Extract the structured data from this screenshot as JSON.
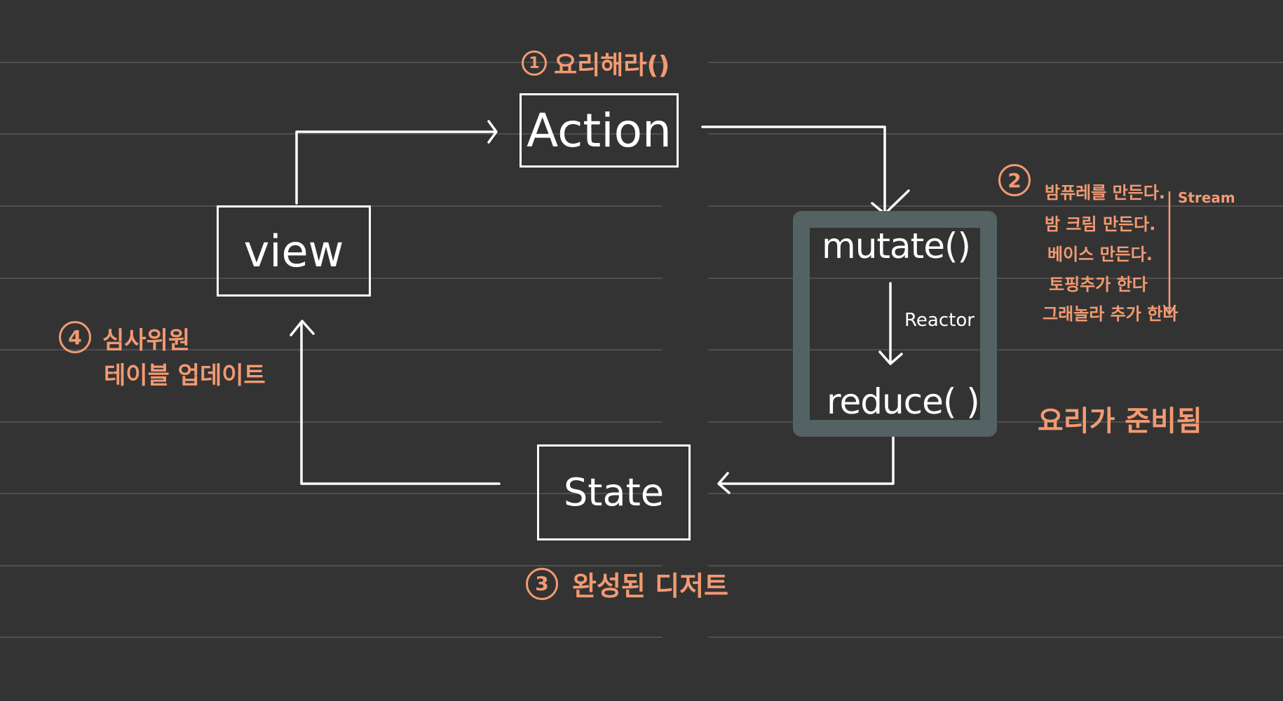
{
  "nodes": {
    "action": "Action",
    "view": "view",
    "state": "State",
    "mutate": "mutate()",
    "reduce": "reduce( )",
    "reactor": "Reactor"
  },
  "steps": {
    "step1": {
      "num": "1",
      "text": "요리해라()"
    },
    "step2": {
      "num": "2",
      "items": [
        "밤퓨레를 만든다.",
        "밤 크림 만든다.",
        "베이스 만든다.",
        "토핑추가 한다",
        "그래놀라 추가 한다"
      ],
      "stream": "Stream"
    },
    "step2_result": "요리가 준비됨",
    "step3": {
      "num": "3",
      "text": "완성된 디저트"
    },
    "step4": {
      "num": "4",
      "line1": "심사위원",
      "line2": "테이블 업데이트"
    }
  },
  "colors": {
    "background": "#333333",
    "line": "#ffffff",
    "annotation": "#f29a72",
    "reactor_frame": "#546263"
  }
}
